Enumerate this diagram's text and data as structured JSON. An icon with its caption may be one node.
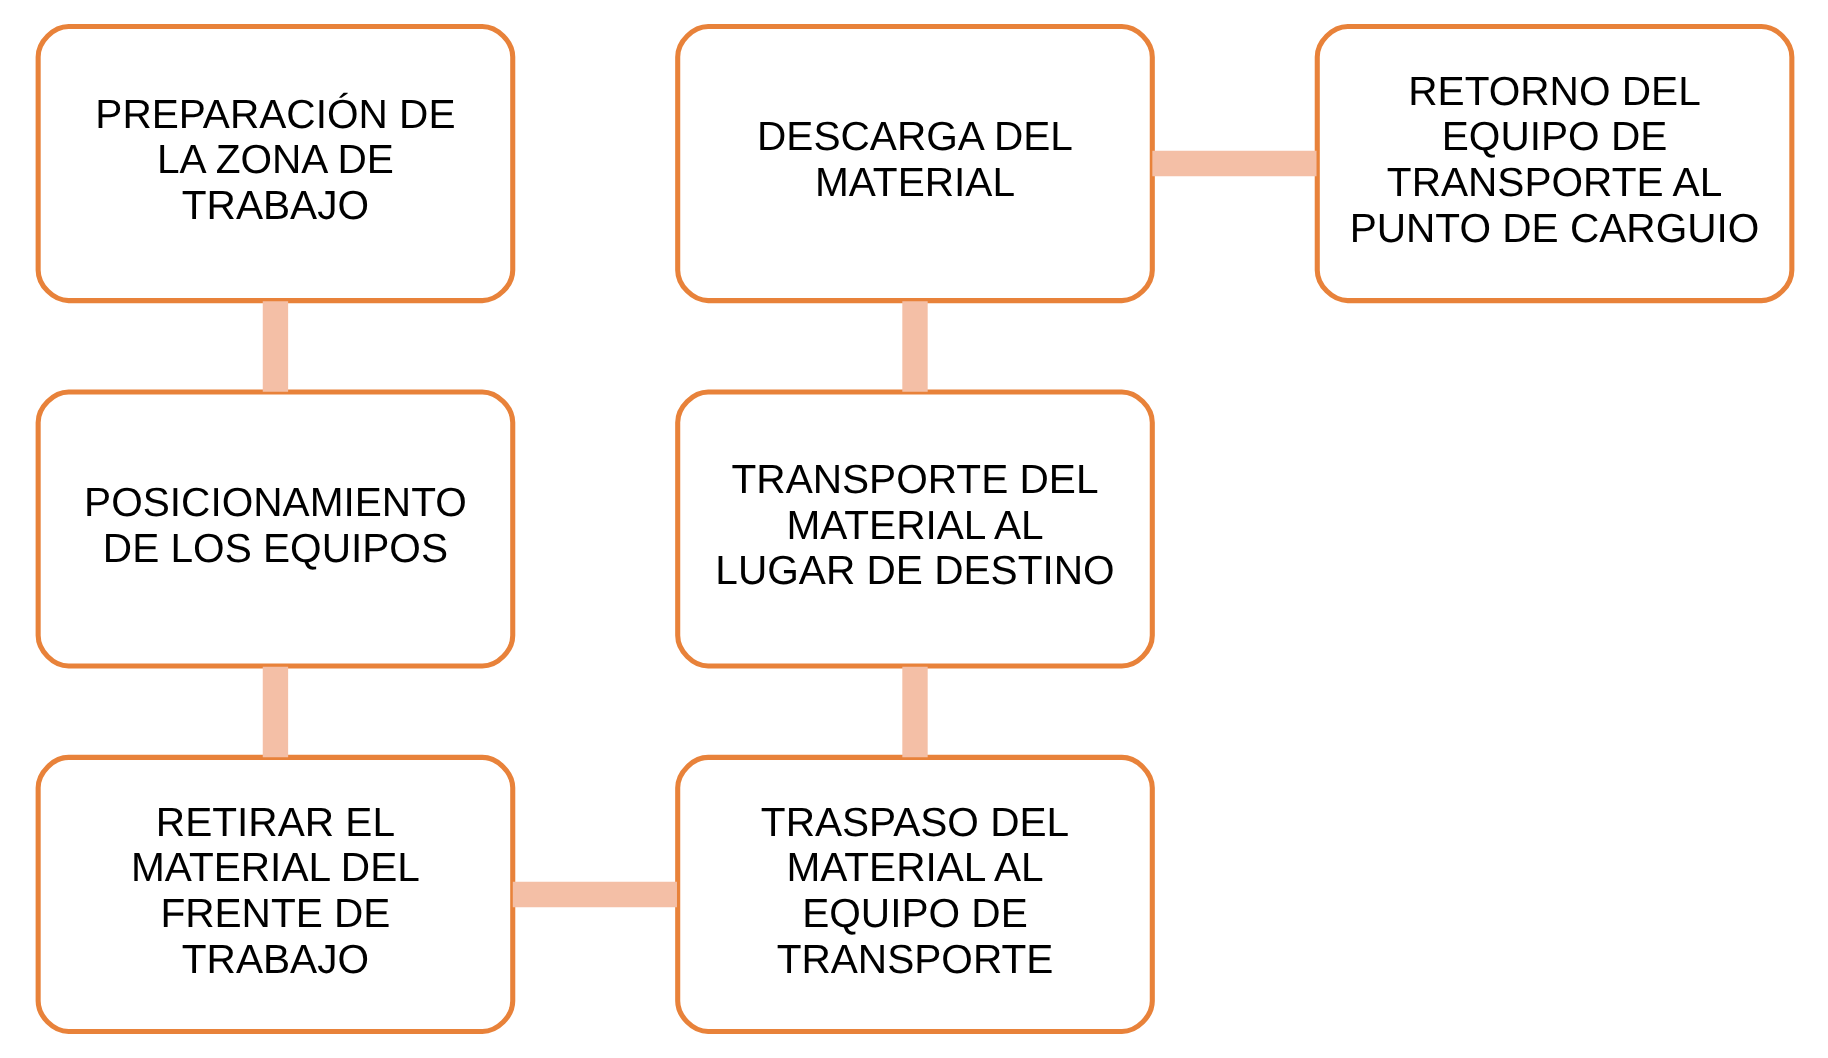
{
  "diagram": {
    "nodes": [
      {
        "text": [
          "PREPARACIÓN DE LA ZONA DE TRABAJO"
        ]
      },
      {
        "text": [
          "POSICIONAMIENTO DE LOS EQUIPOS"
        ]
      },
      {
        "text": [
          "RETIRAR EL MATERIAL DEL FRENTE DE TRABAJO"
        ]
      },
      {
        "text": [
          "TRASPASO DEL MATERIAL AL EQUIPO DE TRANSPORTE"
        ]
      },
      {
        "text": [
          "TRANSPORTE DEL MATERIAL AL LUGAR DE DESTINO"
        ]
      },
      {
        "text": [
          "DESCARGA DEL MATERIAL"
        ]
      },
      {
        "text": [
          "RETORNO DEL EQUIPO DE TRANSPORTE AL PUNTO DE CARGUIO"
        ]
      }
    ],
    "edges": [
      {
        "from": 0,
        "to": 1,
        "arrow": "none"
      },
      {
        "from": 1,
        "to": 2,
        "arrow": "none"
      },
      {
        "from": 2,
        "to": 3,
        "arrow": "none"
      },
      {
        "from": 3,
        "to": 4,
        "arrow": "none"
      },
      {
        "from": 4,
        "to": 5,
        "arrow": "none"
      },
      {
        "from": 5,
        "to": 6,
        "arrow": "none"
      }
    ]
  }
}
